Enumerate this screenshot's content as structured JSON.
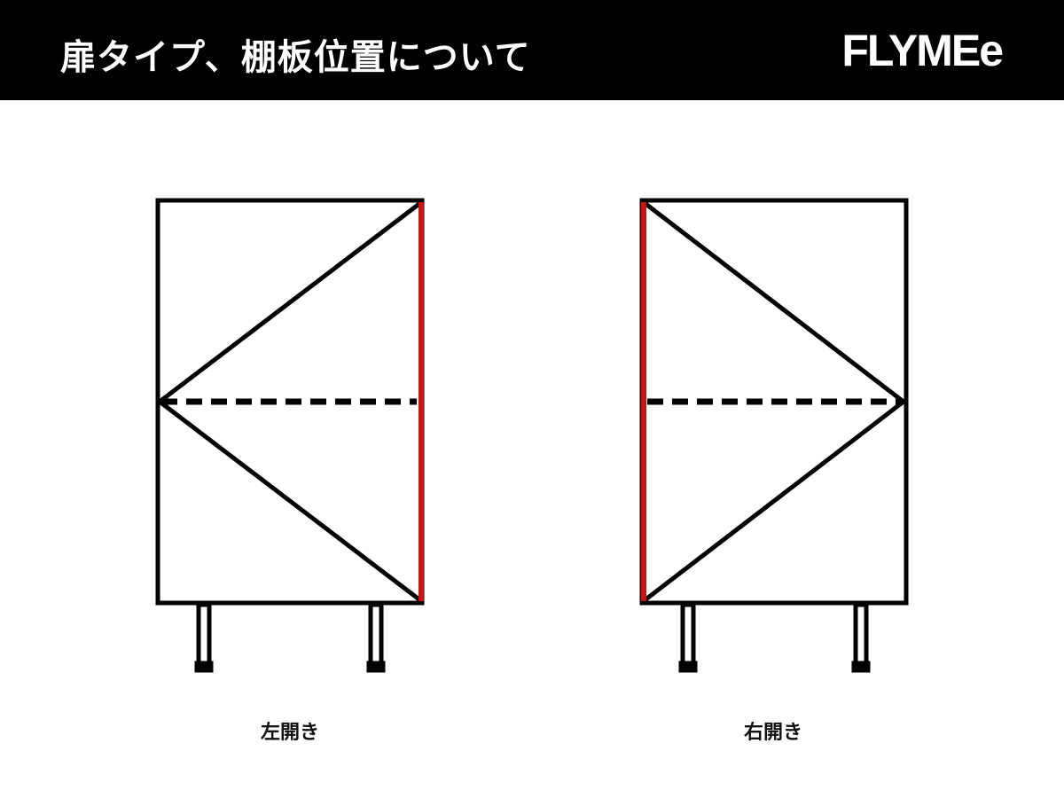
{
  "header": {
    "title": "扉タイプ、棚板位置について",
    "logo": "FLYMEe"
  },
  "diagrams": [
    {
      "label": "左開き",
      "hinge_side": "right"
    },
    {
      "label": "右開き",
      "hinge_side": "left"
    }
  ],
  "colors": {
    "hinge": "#cc1111",
    "outline": "#000000",
    "header_bg": "#000000"
  }
}
